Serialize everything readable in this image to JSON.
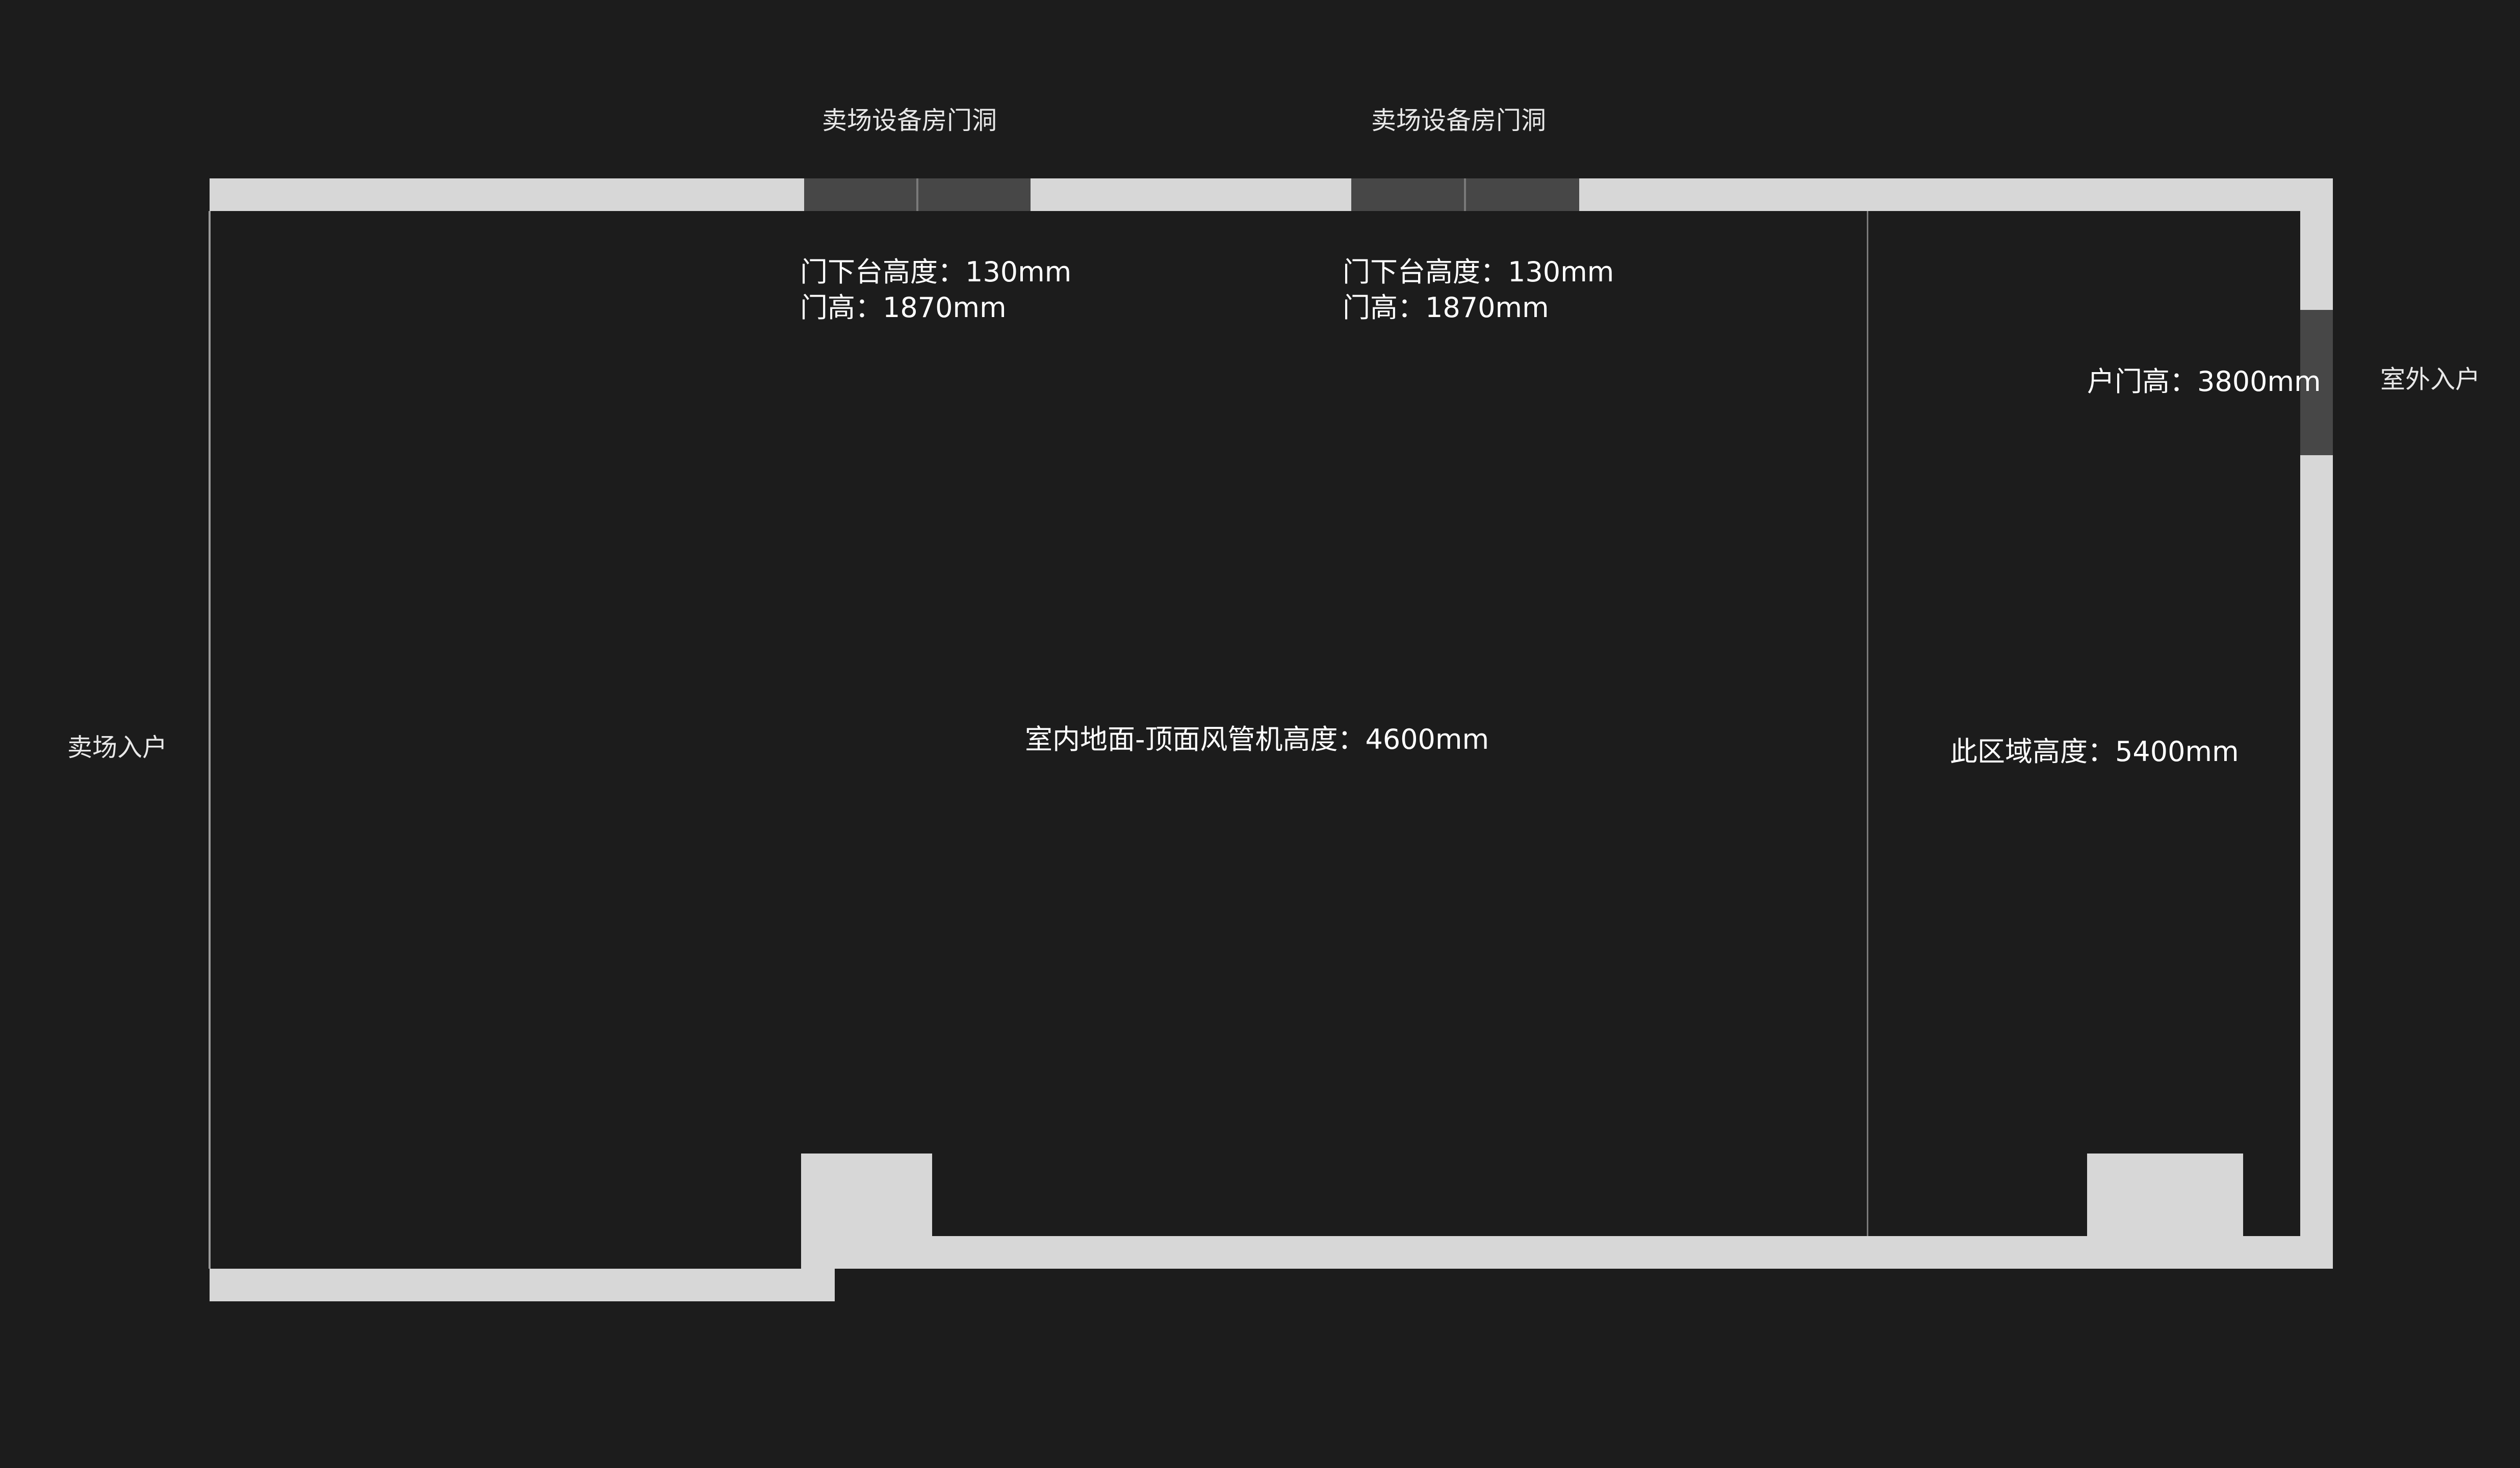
{
  "plan": {
    "opening_labels": {
      "left": "卖场设备房门洞",
      "right": "卖场设备房门洞"
    },
    "door_notes": [
      {
        "sill": "门下台高度：130mm",
        "height": "门高：1870mm"
      },
      {
        "sill": "门下台高度：130mm",
        "height": "门高：1870mm"
      }
    ],
    "main_room_height": "室内地面-顶面风管机高度：4600mm",
    "side_area_height": "此区域高度：5400mm",
    "entry_door_height": "户门高：3800mm",
    "outdoor_entry": "室外入户",
    "store_entry": "卖场入户"
  },
  "colors": {
    "background": "#1c1c1c",
    "wall": "#d7d7d7",
    "door_leaf": "#474747",
    "text": "#ffffff"
  }
}
